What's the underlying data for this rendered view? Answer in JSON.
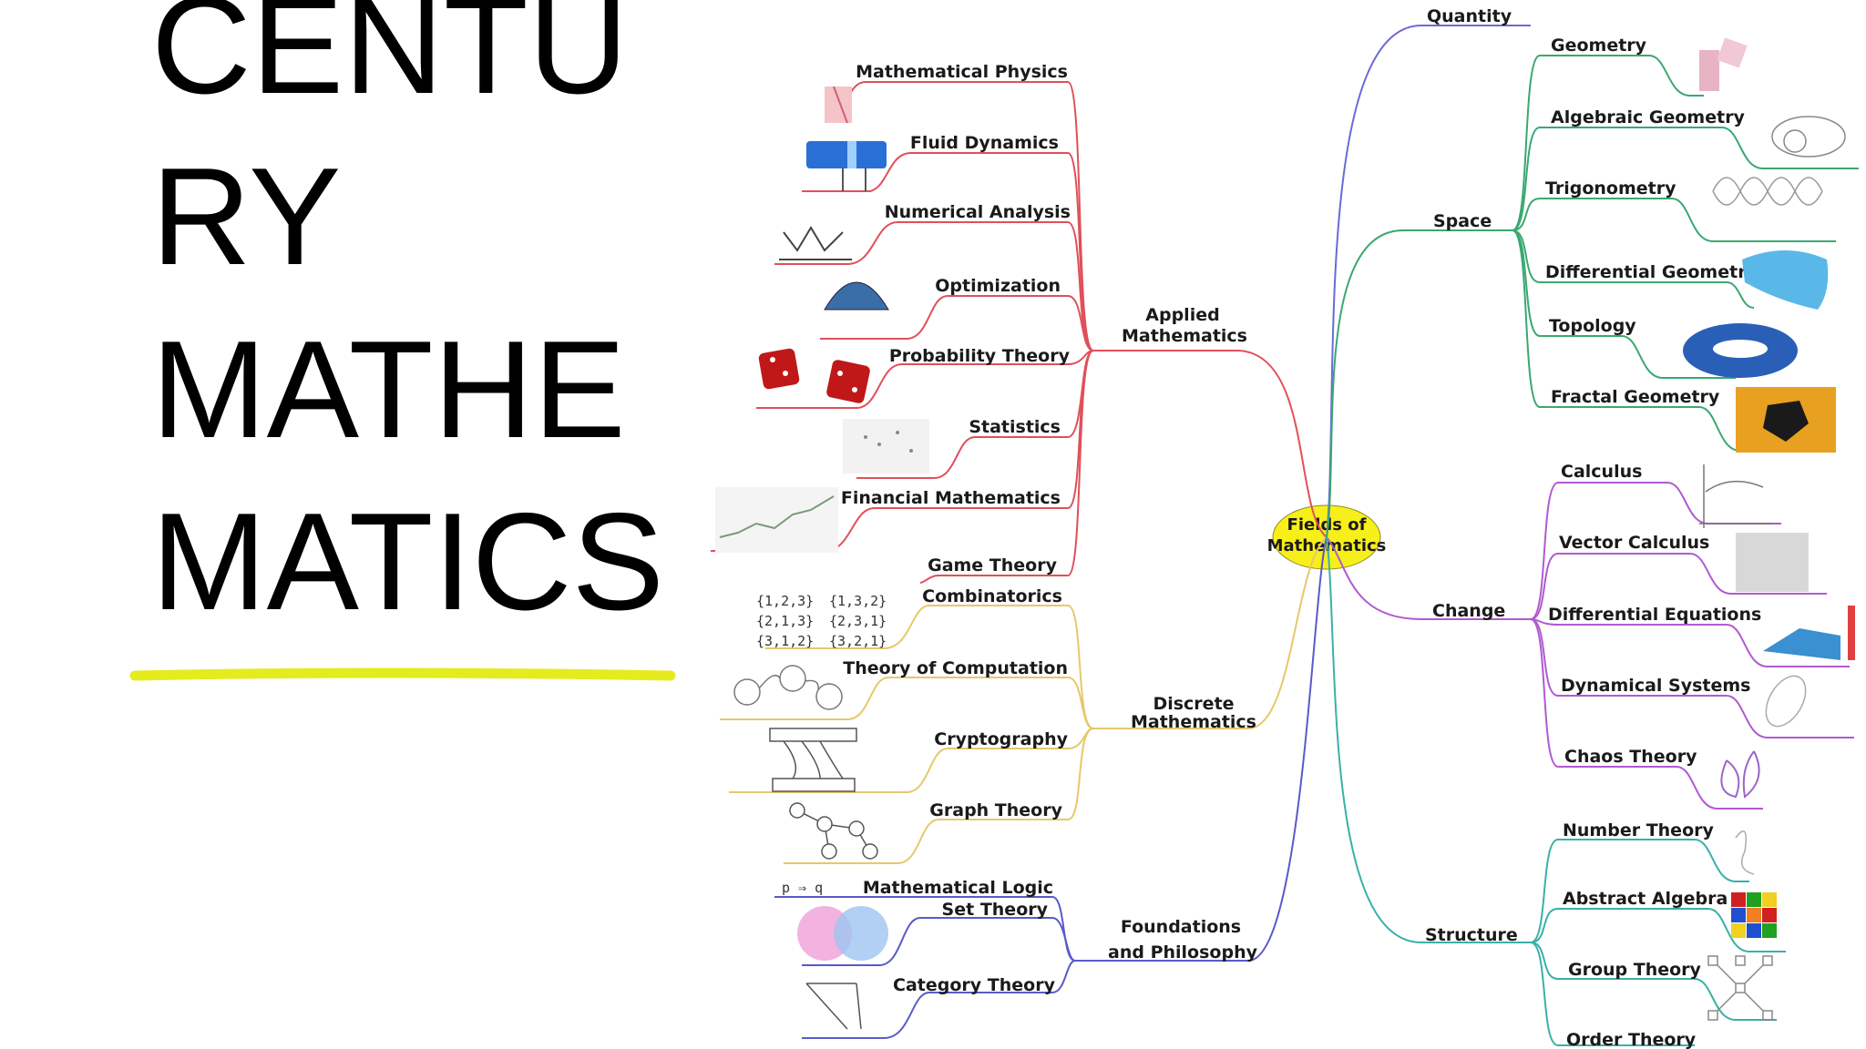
{
  "slide": {
    "title_lines": [
      "CENTU",
      "RY",
      "MATHE",
      "MATICS"
    ],
    "underline_color": "#e4ec1e"
  },
  "diagram": {
    "center": [
      "Fields of",
      "Mathematics"
    ],
    "center_color": "#f7ef18",
    "branches": {
      "applied": {
        "label": [
          "Applied",
          "Mathematics"
        ],
        "color": "#e0505a",
        "leaves": [
          "Mathematical Physics",
          "Fluid Dynamics",
          "Numerical Analysis",
          "Optimization",
          "Probability Theory",
          "Statistics",
          "Financial Mathematics",
          "Game Theory"
        ]
      },
      "discrete": {
        "label": [
          "Discrete",
          "Mathematics"
        ],
        "color": "#e6c86a",
        "leaves": [
          "Combinatorics",
          "Theory of Computation",
          "Cryptography",
          "Graph Theory"
        ]
      },
      "foundations": {
        "label": [
          "Foundations",
          "and Philosophy"
        ],
        "color": "#5a5ac8",
        "leaves": [
          "Mathematical Logic",
          "Set Theory",
          "Category Theory"
        ]
      },
      "quantity": {
        "label": "Quantity",
        "color": "#6a6ad8"
      },
      "space": {
        "label": "Space",
        "color": "#3aa870",
        "leaves": [
          "Geometry",
          "Algebraic Geometry",
          "Trigonometry",
          "Differential Geometry",
          "Topology",
          "Fractal Geometry"
        ]
      },
      "change": {
        "label": "Change",
        "color": "#b05ad0",
        "leaves": [
          "Calculus",
          "Vector Calculus",
          "Differential Equations",
          "Dynamical Systems",
          "Chaos Theory"
        ]
      },
      "structure": {
        "label": "Structure",
        "color": "#3ab0a8",
        "leaves": [
          "Number Theory",
          "Abstract Algebra",
          "Group Theory",
          "Order Theory"
        ]
      }
    },
    "illustrations": {
      "permutations": [
        "{1,2,3}",
        "{1,3,2}",
        "{2,1,3}",
        "{2,3,1}",
        "{3,1,2}",
        "{3,2,1}"
      ],
      "logic_formula": "p ⇒ q"
    }
  }
}
